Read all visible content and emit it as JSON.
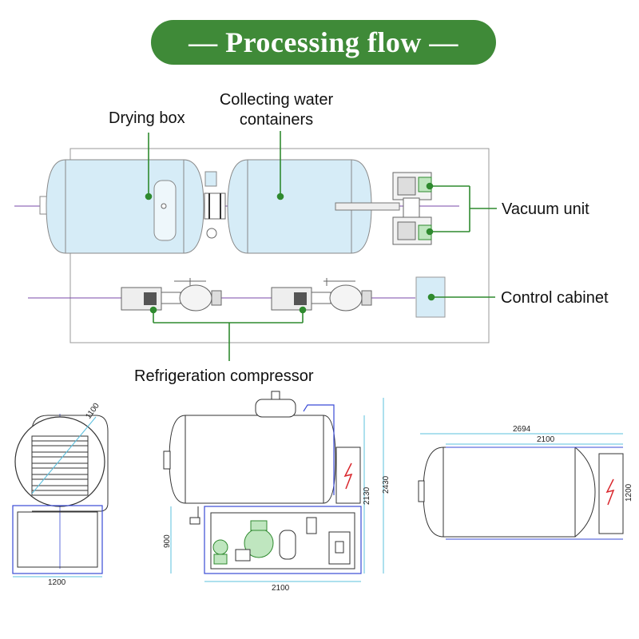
{
  "title": "— Processing flow —",
  "labels": {
    "drying_box": "Drying box",
    "collecting_water_line1": "Collecting water",
    "collecting_water_line2": "containers",
    "vacuum_unit": "Vacuum unit",
    "control_cabinet": "Control cabinet",
    "refrigeration_compressor": "Refrigeration compressor"
  },
  "dimensions": {
    "end_view_diameter": "1100",
    "end_view_width": "1200",
    "side_view_height_base": "900",
    "side_view_height_mid": "2130",
    "side_view_height_total": "2430",
    "side_view_length": "2100",
    "top_view_total_length": "2694",
    "top_view_length": "2100",
    "top_view_width": "1200"
  },
  "colors": {
    "accent_green": "#3f8a38",
    "callout_green": "#2f8a2f",
    "tank_fill": "#d6ecf7",
    "outline_blue": "#3a4bd6",
    "dim_cyan": "#5bc0de"
  }
}
